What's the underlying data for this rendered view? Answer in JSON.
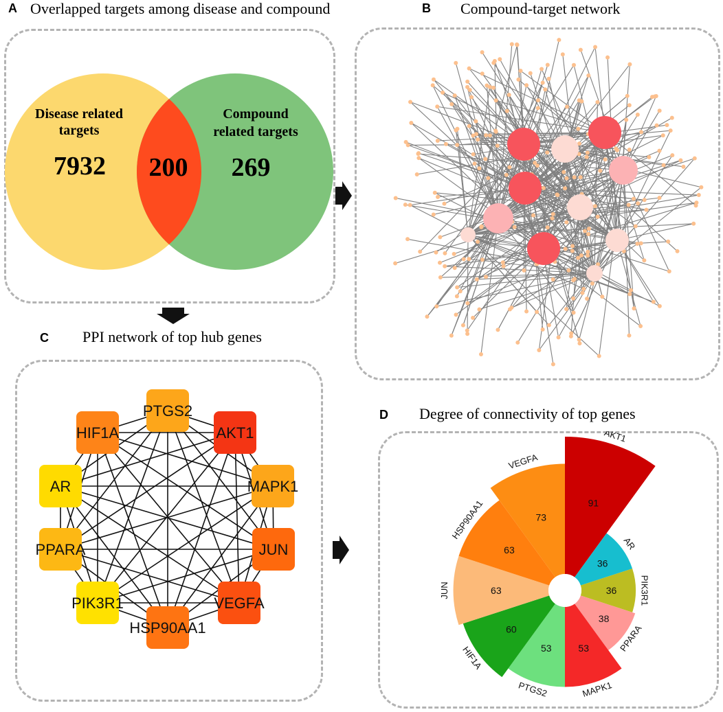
{
  "panel_a": {
    "letter": "A",
    "title": "Overlapped targets among disease and compound",
    "left_label_line1": "Disease related",
    "left_label_line2": "targets",
    "left_count": "7932",
    "overlap_count": "200",
    "right_label_line1": "Compound",
    "right_label_line2": "related targets",
    "right_count": "269",
    "colors": {
      "left": "#fcd86e",
      "right": "#7fc47b",
      "overlap": "#fe4b1e"
    }
  },
  "panel_b": {
    "letter": "B",
    "title": "Compound-target network",
    "colors": {
      "edge": "#808080",
      "node": "#fcc08e",
      "hub_dark": "#f7545c",
      "hub_mid": "#fcb2b4",
      "hub_light": "#fddbd3"
    }
  },
  "panel_c": {
    "letter": "C",
    "title": "PPI network of top hub genes",
    "nodes": [
      {
        "name": "PTGS2",
        "color": "#fda61a"
      },
      {
        "name": "AKT1",
        "color": "#f43514"
      },
      {
        "name": "MAPK1",
        "color": "#fda61a"
      },
      {
        "name": "JUN",
        "color": "#fe690d"
      },
      {
        "name": "VEGFA",
        "color": "#fb5010"
      },
      {
        "name": "HSP90AA1",
        "color": "#fe7412"
      },
      {
        "name": "PIK3R1",
        "color": "#ffe100"
      },
      {
        "name": "PPARA",
        "color": "#fdb814"
      },
      {
        "name": "AR",
        "color": "#ffdb00"
      },
      {
        "name": "HIF1A",
        "color": "#fe8418"
      }
    ]
  },
  "panel_d": {
    "letter": "D",
    "title": "Degree of connectivity of top genes"
  },
  "chart_data": {
    "type": "bar",
    "subtype": "circular-bar",
    "title": "Degree of connectivity of top genes",
    "categories": [
      "AKT1",
      "AR",
      "PIK3R1",
      "PPARA",
      "MAPK1",
      "PTGS2",
      "HIF1A",
      "JUN",
      "HSP90AA1",
      "VEGFA"
    ],
    "values": [
      91,
      36,
      36,
      38,
      53,
      53,
      60,
      63,
      63,
      73
    ],
    "colors": [
      "#cc0000",
      "#17becf",
      "#bcbd22",
      "#ff9896",
      "#f42828",
      "#6de07e",
      "#1aa41a",
      "#fcba79",
      "#ff7f0e",
      "#fd8d13"
    ]
  }
}
